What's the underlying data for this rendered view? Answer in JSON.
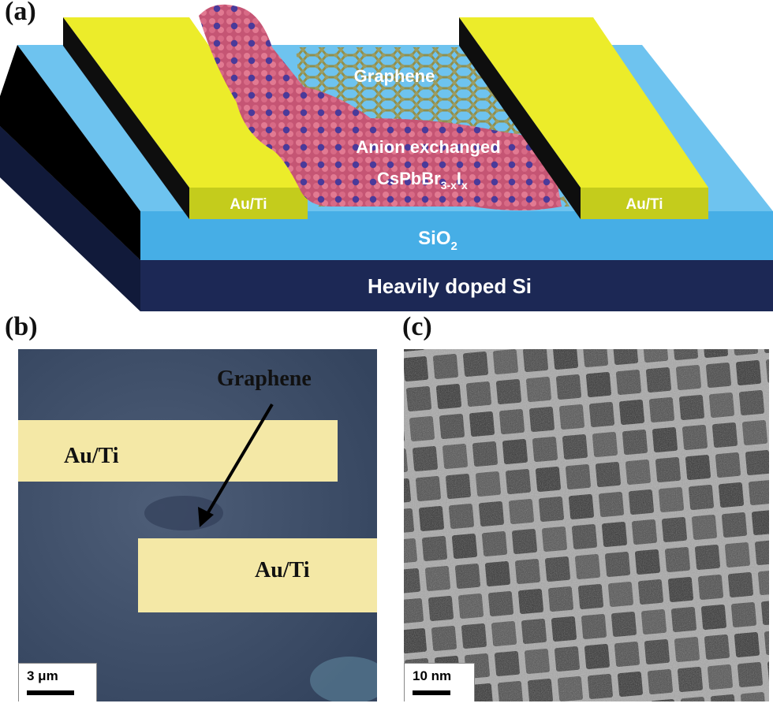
{
  "panels": {
    "a": {
      "label": "(a)",
      "layers": {
        "graphene": "Graphene",
        "perovskite_line1": "Anion exchanged",
        "perovskite_formula_base": "CsPbBr",
        "perovskite_formula_sub1": "3-x",
        "perovskite_formula_mid": "I",
        "perovskite_formula_sub2": "x",
        "electrode_left": "Au/Ti",
        "electrode_right": "Au/Ti",
        "oxide_base": "SiO",
        "oxide_sub": "2",
        "substrate": "Heavily doped Si"
      }
    },
    "b": {
      "label": "(b)",
      "graphene_label": "Graphene",
      "electrode_top": "Au/Ti",
      "electrode_bottom": "Au/Ti",
      "scale_bar": "3 μm"
    },
    "c": {
      "label": "(c)",
      "scale_bar": "10 nm"
    }
  },
  "colors": {
    "silicon": "#1c2855",
    "sio2_top": "#6ec3ef",
    "sio2_front": "#46aee6",
    "electrode_top": "#ecec2a",
    "electrode_side": "#c4cc1c",
    "electrode_dark": "#0e0e0e",
    "graphene": "#8f8f4e",
    "perovskite_pink": "#d4607c",
    "perovskite_blue": "#4a3a9a"
  }
}
